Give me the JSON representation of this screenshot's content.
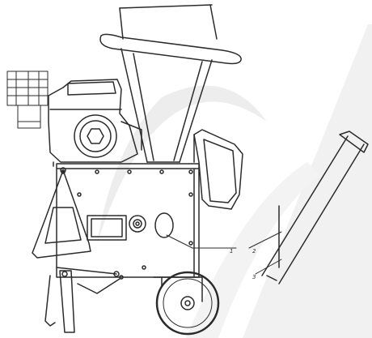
{
  "figure": {
    "background_color": "#ffffff",
    "line_color": "#2b2b2b",
    "watermark_color": "#e9e9e9"
  },
  "callouts": [
    {
      "id": "1",
      "label": "1"
    },
    {
      "id": "2",
      "label": "2"
    },
    {
      "id": "3",
      "label": "3"
    }
  ]
}
